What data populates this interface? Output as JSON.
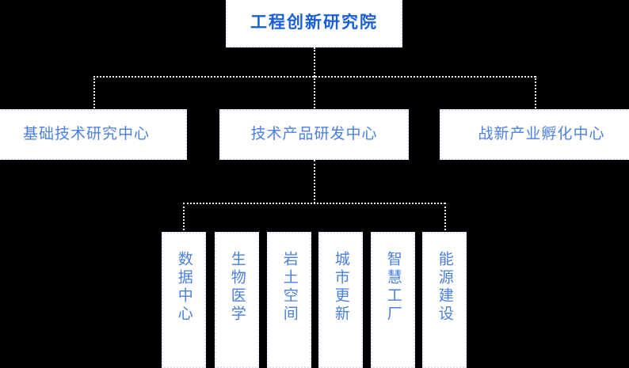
{
  "chart": {
    "type": "org-chart",
    "background_color": "#000000",
    "box_fill_color": "#ffffff",
    "box_border_color": "#dde6f7",
    "connector_color": "#f0f0f0",
    "root_text_color": "#1a5fd8",
    "node_text_color": "#4a7fe0",
    "root": {
      "label": "工程创新研究院"
    },
    "level2": [
      {
        "label": "基础技术研究中心"
      },
      {
        "label": "技术产品研发中心"
      },
      {
        "label": "战新产业孵化中心"
      }
    ],
    "level3_parent_index": 1,
    "level3": [
      {
        "label": "数据中心"
      },
      {
        "label": "生物医学"
      },
      {
        "label": "岩土空间"
      },
      {
        "label": "城市更新"
      },
      {
        "label": "智慧工厂"
      },
      {
        "label": "能源建设"
      }
    ]
  }
}
